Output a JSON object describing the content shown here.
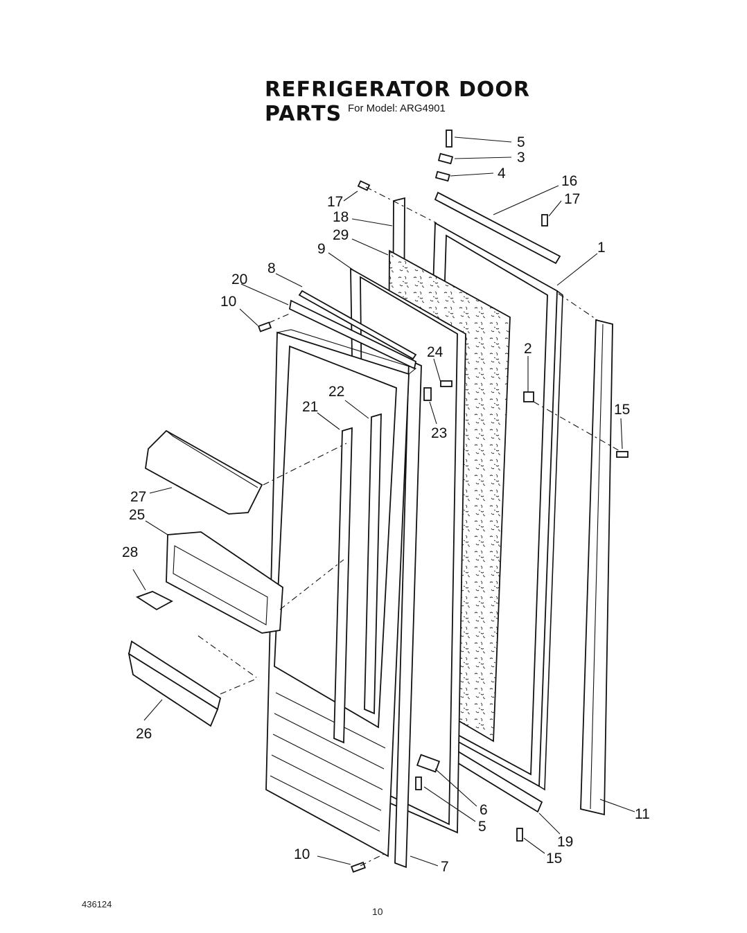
{
  "title": "REFRIGERATOR DOOR PARTS",
  "subtitle": "For Model: ARG4901",
  "document_number": "436124",
  "page_number": "10",
  "callouts": [
    "5",
    "3",
    "4",
    "16",
    "17",
    "17",
    "18",
    "29",
    "1",
    "9",
    "8",
    "20",
    "10",
    "2",
    "24",
    "22",
    "15",
    "21",
    "23",
    "27",
    "25",
    "28",
    "26",
    "6",
    "5",
    "11",
    "19",
    "15",
    "10",
    "7"
  ]
}
